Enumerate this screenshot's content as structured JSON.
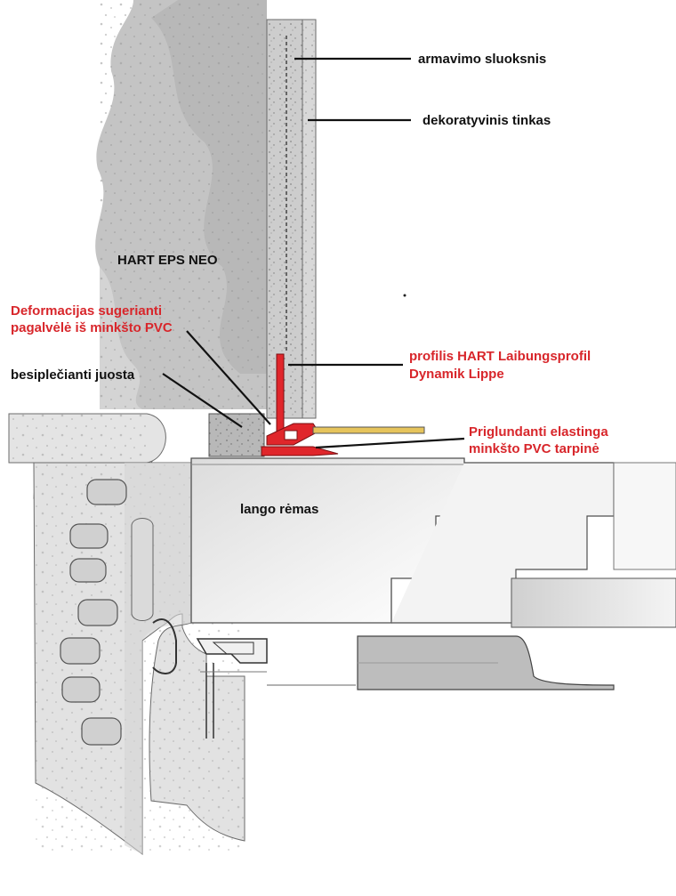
{
  "labels": {
    "armavimo": "armavimo sluoksnis",
    "dekoratyvinis": "dekoratyvinis tinkas",
    "hart_eps": "HART EPS NEO",
    "deformacijas_line1": "Deformacijas sugerianti",
    "deformacijas_line2": "pagalvėlė iš minkšto PVC",
    "besiplecianti": "besiplečianti juosta",
    "profilis_line1": "profilis HART Laibungsprofil",
    "profilis_line2": "Dynamik Lippe",
    "priglundanti_line1": "Priglundanti elastinga",
    "priglundanti_line2": "minkšto PVC tarpinė",
    "lango": "lango rėmas"
  },
  "colors": {
    "label_dark": "#111111",
    "label_red": "#d8262b",
    "profile_red": "#e0262b",
    "insulation": "#c9c9c9",
    "concrete": "#e3e3e3",
    "frame": "#e8e8e8",
    "plaster": "#d2d2d2"
  }
}
